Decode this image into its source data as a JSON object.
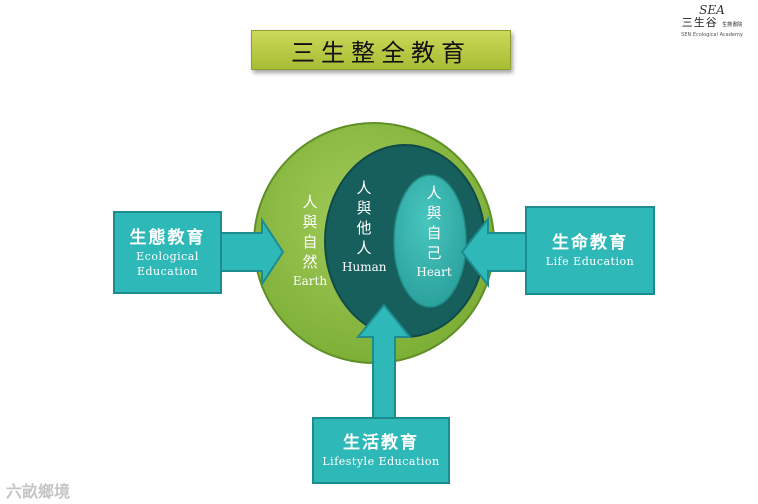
{
  "title": "三生整全教育",
  "logo": {
    "sea": "SEA",
    "name": "三生谷",
    "sub": "生態書院",
    "en": "SEN Ecological Academy"
  },
  "circles": {
    "outer": {
      "label_cn": [
        "人",
        "與",
        "自",
        "然"
      ],
      "label_en": "Earth"
    },
    "middle": {
      "label_cn": [
        "人",
        "與",
        "他",
        "人"
      ],
      "label_en": "Human"
    },
    "inner": {
      "label_cn": [
        "人",
        "與",
        "自",
        "己"
      ],
      "label_en": "Heart"
    }
  },
  "boxes": {
    "ecological": {
      "cn": "生態教育",
      "en1": "Ecological",
      "en2": "Education"
    },
    "life": {
      "cn": "生命教育",
      "en": "Life Education"
    },
    "lifestyle": {
      "cn": "生活教育",
      "en": "Lifestyle Education"
    }
  },
  "watermark": "六畝鄉境",
  "colors": {
    "outer_circle": "#8fbd48",
    "outer_ring": "#6a9a2c",
    "middle_circle": "#155e5c",
    "inner_circle": "#35b3ad",
    "box_fill": "#2fb8b8",
    "title_fill": "#b5c63f"
  }
}
